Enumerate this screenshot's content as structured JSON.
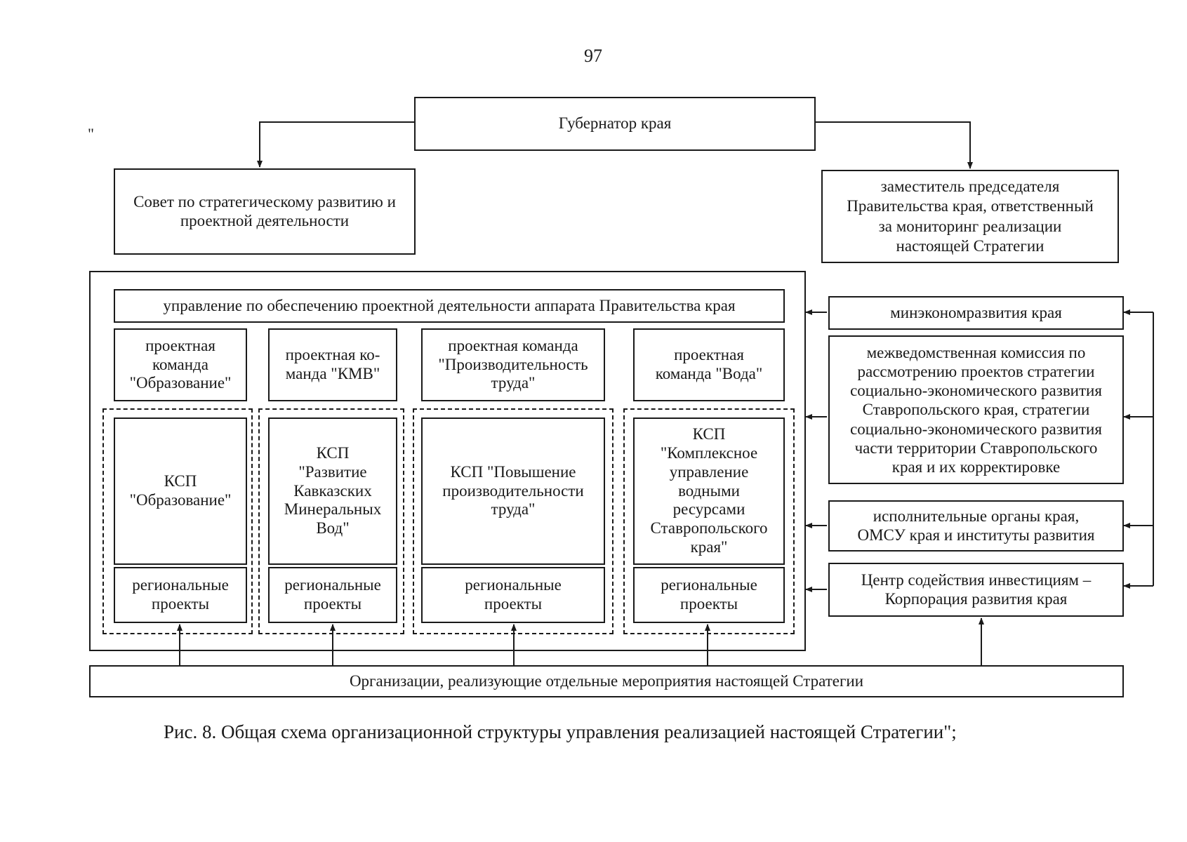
{
  "page_number": "97",
  "stray_mark": "\"",
  "governor": "Губернатор края",
  "council": "Совет по стратегическому развитию и\nпроектной деятельности",
  "deputy": "заместитель председателя\nПравительства края, ответственный\nза мониторинг реализации\nнастоящей Стратегии",
  "department": "управление по обеспечению проектной деятельности аппарата Правительства края",
  "teams": [
    {
      "team": "проектная\nкоманда\n\"Образование\"",
      "ksp": "КСП\n\"Образование\"",
      "regional": "региональные\nпроекты"
    },
    {
      "team": "проектная ко-\nманда \"КМВ\"",
      "ksp": "КСП\n\"Развитие\nКавказских\nМинеральных\nВод\"",
      "regional": "региональные\nпроекты"
    },
    {
      "team": "проектная команда\n\"Производительность\nтруда\"",
      "ksp": "КСП \"Повышение\nпроизводительности\nтруда\"",
      "regional": "региональные\nпроекты"
    },
    {
      "team": "проектная\nкоманда \"Вода\"",
      "ksp": "КСП\n\"Комплексное\nуправление\nводными\nресурсами\nСтавропольского\nкрая\"",
      "regional": "региональные\nпроекты"
    }
  ],
  "right_column": {
    "ministry": "минэкономразвития края",
    "commission": "межведомственная комиссия по\nрассмотрению проектов стратегии\nсоциально-экономического развития\nСтавропольского края, стратегии\nсоциально-экономического развития\nчасти территории Ставропольского\nкрая и их корректировке",
    "executive": "исполнительные органы края,\nОМСУ края и институты развития",
    "investment_center": "Центр содействия инвестициям –\nКорпорация развития края"
  },
  "organizations": "Организации, реализующие отдельные мероприятия настоящей Стратегии",
  "caption": "Рис. 8. Общая схема организационной структуры управления реализацией настоящей Стратегии\";"
}
